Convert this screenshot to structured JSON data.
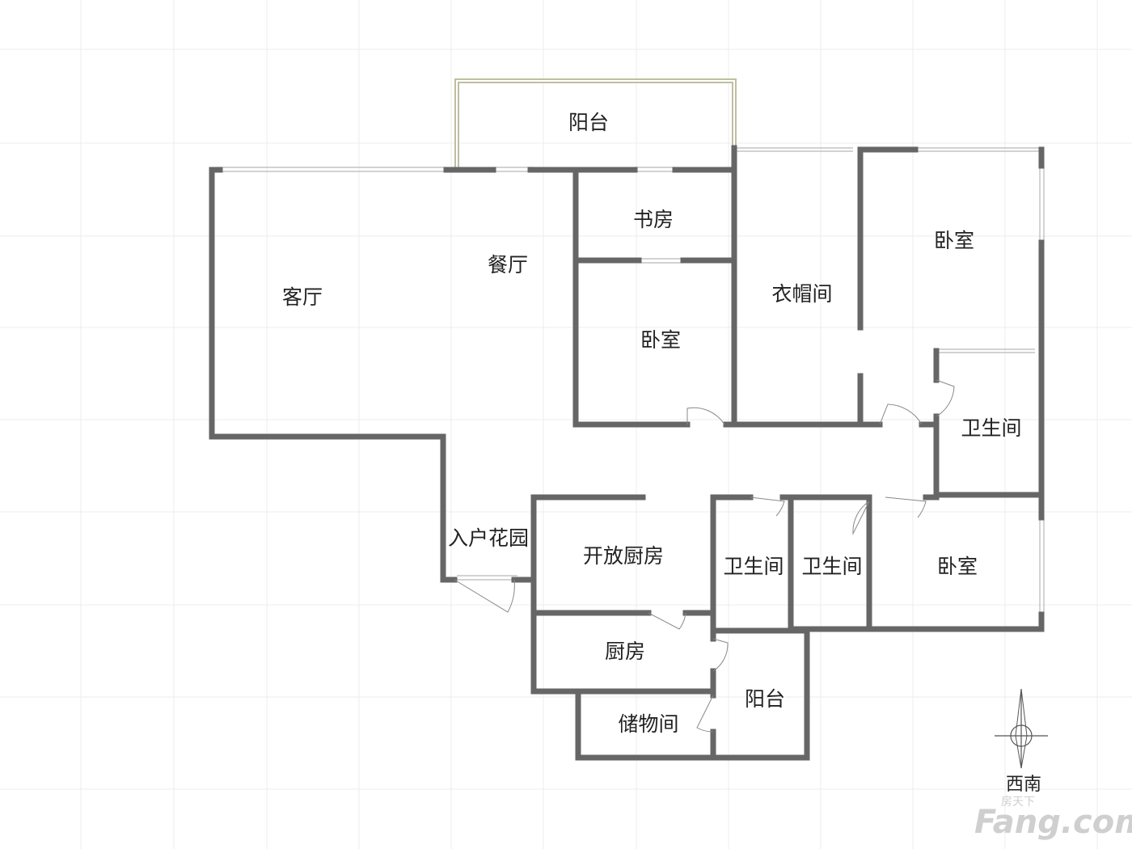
{
  "rooms": {
    "balcony_top": "阳台",
    "study": "书房",
    "dining": "餐厅",
    "living": "客厅",
    "bedroom_mid": "卧室",
    "cloakroom": "衣帽间",
    "bedroom_ne": "卧室",
    "bath_east": "卫生间",
    "entry_garden": "入户花园",
    "open_kitchen": "开放厨房",
    "bath_1": "卫生间",
    "bath_2": "卫生间",
    "bedroom_se": "卧室",
    "kitchen": "厨房",
    "balcony_bottom": "阳台",
    "storage": "储物间"
  },
  "compass": {
    "direction": "西南"
  },
  "watermark": {
    "small": "房天下",
    "big": "Fang.com"
  }
}
